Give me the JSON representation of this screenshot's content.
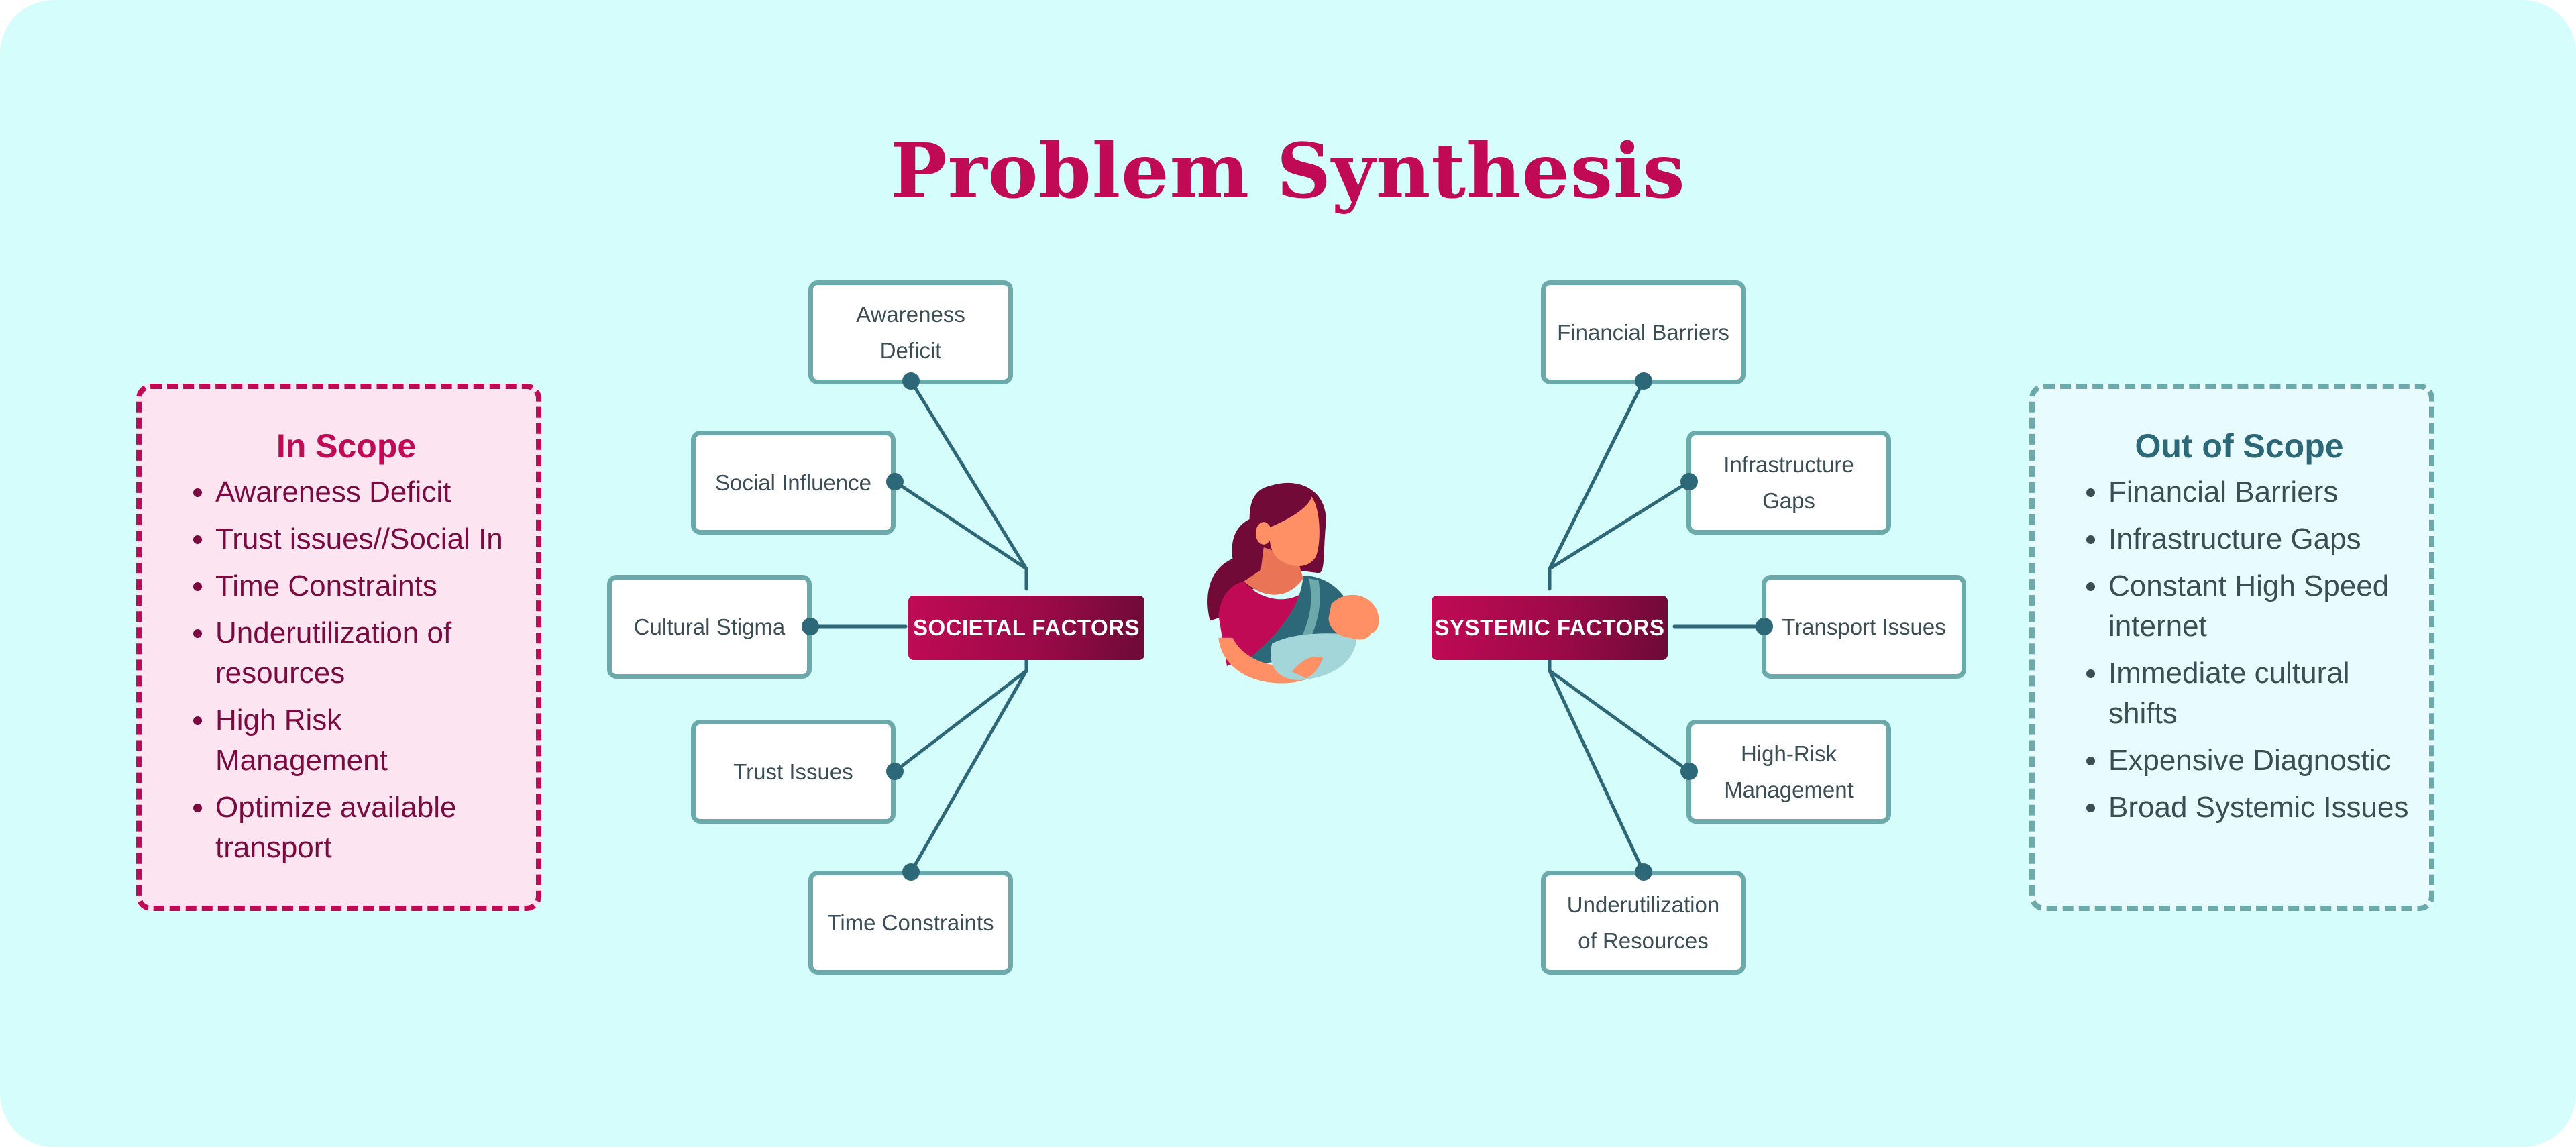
{
  "title": "Problem Synthesis",
  "colors": {
    "background": "#d5fdfb",
    "accent_magenta": "#c10a55",
    "accent_dark_magenta": "#6c0a37",
    "teal_border": "#6ba9ab",
    "teal_dark": "#2d6878",
    "text_dark": "#3b4d55"
  },
  "in_scope": {
    "heading": "In Scope",
    "items": [
      "Awareness Deficit",
      "Trust issues//Social In",
      "Time Constraints",
      "Underutilization of resources",
      "High Risk Management",
      "Optimize available transport"
    ]
  },
  "out_of_scope": {
    "heading": "Out of Scope",
    "items": [
      "Financial Barriers",
      "Infrastructure Gaps",
      "Constant High Speed internet",
      "Immediate cultural shifts",
      "Expensive Diagnostic",
      "Broad Systemic Issues"
    ]
  },
  "societal": {
    "hub_label": "SOCIETAL FACTORS",
    "nodes": [
      "Awareness Deficit",
      "Social Influence",
      "Cultural Stigma",
      "Trust Issues",
      "Time Constraints"
    ]
  },
  "systemic": {
    "hub_label": "SYSTEMIC FACTORS",
    "nodes": [
      "Financial Barriers",
      "Infrastructure Gaps",
      "Transport Issues",
      "High-Risk Management",
      "Underutilization of Resources"
    ]
  },
  "illustration": "mother-holding-baby-illustration"
}
